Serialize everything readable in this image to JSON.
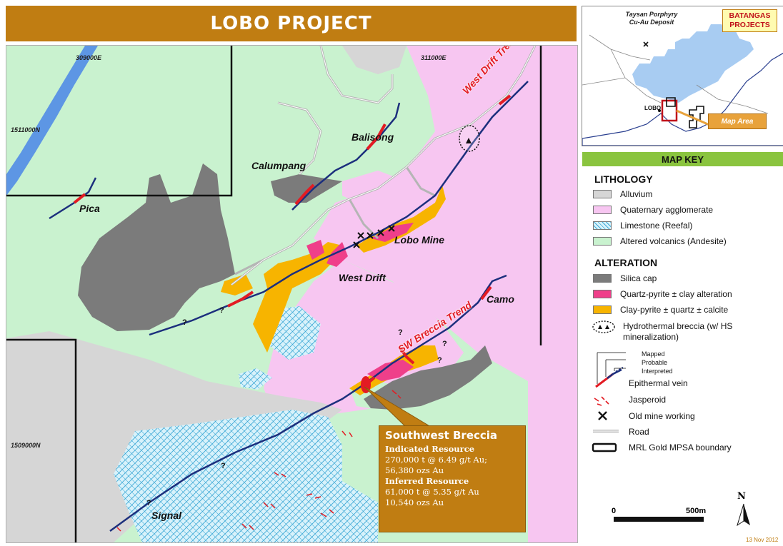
{
  "title": "LOBO PROJECT",
  "grid_labels": {
    "e309": "309000E",
    "e311": "311000E",
    "n1511": "1511000N",
    "n1509": "1509000N"
  },
  "place_labels": {
    "balisong": "Balisong",
    "calumpang": "Calumpang",
    "pica": "Pica",
    "lobo_mine": "Lobo Mine",
    "west_drift": "West Drift",
    "camo": "Camo",
    "signal": "Signal"
  },
  "trends": {
    "west_drift_trend": "West Drift Trend",
    "sw_breccia_trend": "SW Breccia Trend"
  },
  "question_mark": "?",
  "callout": {
    "heading": "Southwest Breccia",
    "indicated_label": "Indicated Resource",
    "indicated_line1": "270,000 t @ 6.49 g/t Au;",
    "indicated_line2": "56,380 ozs Au",
    "inferred_label": "Inferred Resource",
    "inferred_line1": "61,000 t @ 5.35 g/t Au",
    "inferred_line2": "10,540 ozs Au"
  },
  "inset": {
    "taysan": "Taysan Porphyry Cu-Au Deposit",
    "batangas_line1": "BATANGAS",
    "batangas_line2": "PROJECTS",
    "lobo": "LOBO",
    "map_area": "Map Area"
  },
  "key": {
    "title": "MAP KEY",
    "lithology": "LITHOLOGY",
    "alteration": "ALTERATION",
    "items": {
      "alluvium": "Alluvium",
      "quaternary": "Quaternary agglomerate",
      "limestone": "Limestone (Reefal)",
      "volcanics": "Altered volcanics (Andesite)",
      "silica": "Silica cap",
      "quartz_pyrite": "Quartz-pyrite ± clay alteration",
      "clay_pyrite": "Clay-pyrite ± quartz ± calcite",
      "hydro_line1": "Hydrothermal breccia (w/ HS",
      "hydro_line2": "mineralization)",
      "mapped": "Mapped",
      "probable": "Probable",
      "interpreted": "Interpreted",
      "epithermal": "Epithermal vein",
      "jasperoid": "Jasperoid",
      "old_mine": "Old mine working",
      "road": "Road",
      "mpsa": "MRL Gold MPSA boundary"
    },
    "colors": {
      "alluvium": "#d6d6d6",
      "quaternary": "#f7c6f1",
      "limestone": "#d8f2fb",
      "volcanics": "#c9f2cf",
      "silica": "#7b7b7b",
      "quartz_pyrite": "#ef3f8a",
      "clay_pyrite": "#f7b400",
      "vein_red": "#e31b23",
      "vein_blue": "#1c2f7d",
      "title_orange": "#c07d12",
      "key_green": "#8ac43f"
    }
  },
  "scale": {
    "zero": "0",
    "end": "500m"
  },
  "north": "N",
  "date": "13 Nov 2012"
}
